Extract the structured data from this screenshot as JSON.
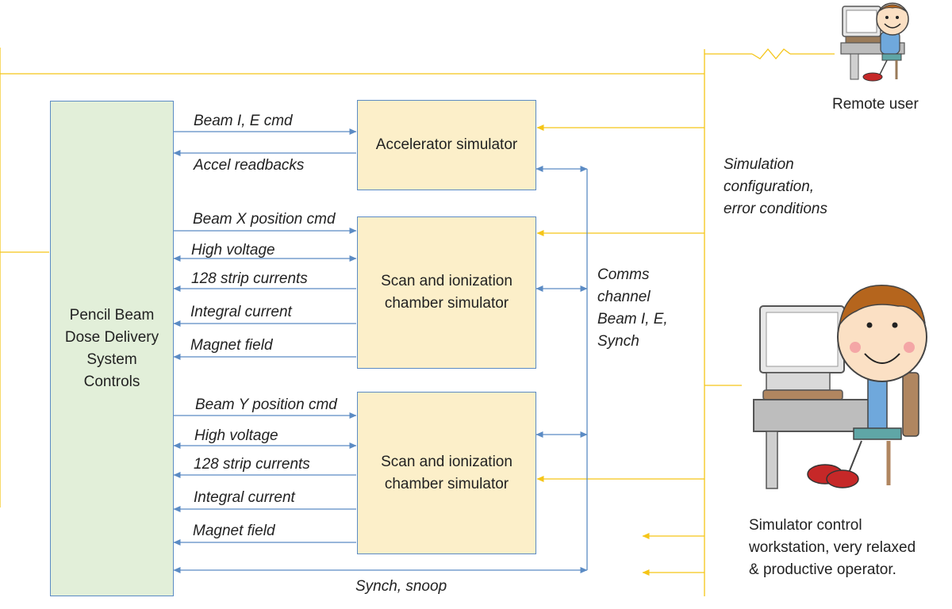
{
  "boxes": {
    "controls": "Pencil Beam Dose Delivery System Controls",
    "accelerator": "Accelerator simulator",
    "scan_x": "Scan and ionization chamber simulator",
    "scan_y": "Scan and ionization chamber simulator"
  },
  "signals": {
    "accel": {
      "cmd": "Beam I, E cmd",
      "readbacks": "Accel readbacks"
    },
    "scan_x": {
      "cmd": "Beam X position cmd",
      "hv": "High voltage",
      "strips": "128 strip currents",
      "integral": "Integral current",
      "magnet": "Magnet field"
    },
    "scan_y": {
      "cmd": "Beam Y position cmd",
      "hv": "High voltage",
      "strips": "128 strip currents",
      "integral": "Integral current",
      "magnet": "Magnet field"
    },
    "synch_snoop": "Synch, snoop"
  },
  "comms": {
    "line1": "Comms",
    "line2": "channel",
    "line3": "Beam I, E,",
    "line4": "Synch"
  },
  "sim_config": {
    "line1": "Simulation",
    "line2": "configuration,",
    "line3": "error conditions"
  },
  "remote_user": "Remote user",
  "workstation": {
    "line1": "Simulator control",
    "line2": "workstation, very relaxed",
    "line3": "& productive operator."
  },
  "colors": {
    "blue": "#5b8bc4",
    "yellow": "#f5c518",
    "sim_fill": "#fcefc9",
    "ctrl_fill": "#e2efd9"
  }
}
